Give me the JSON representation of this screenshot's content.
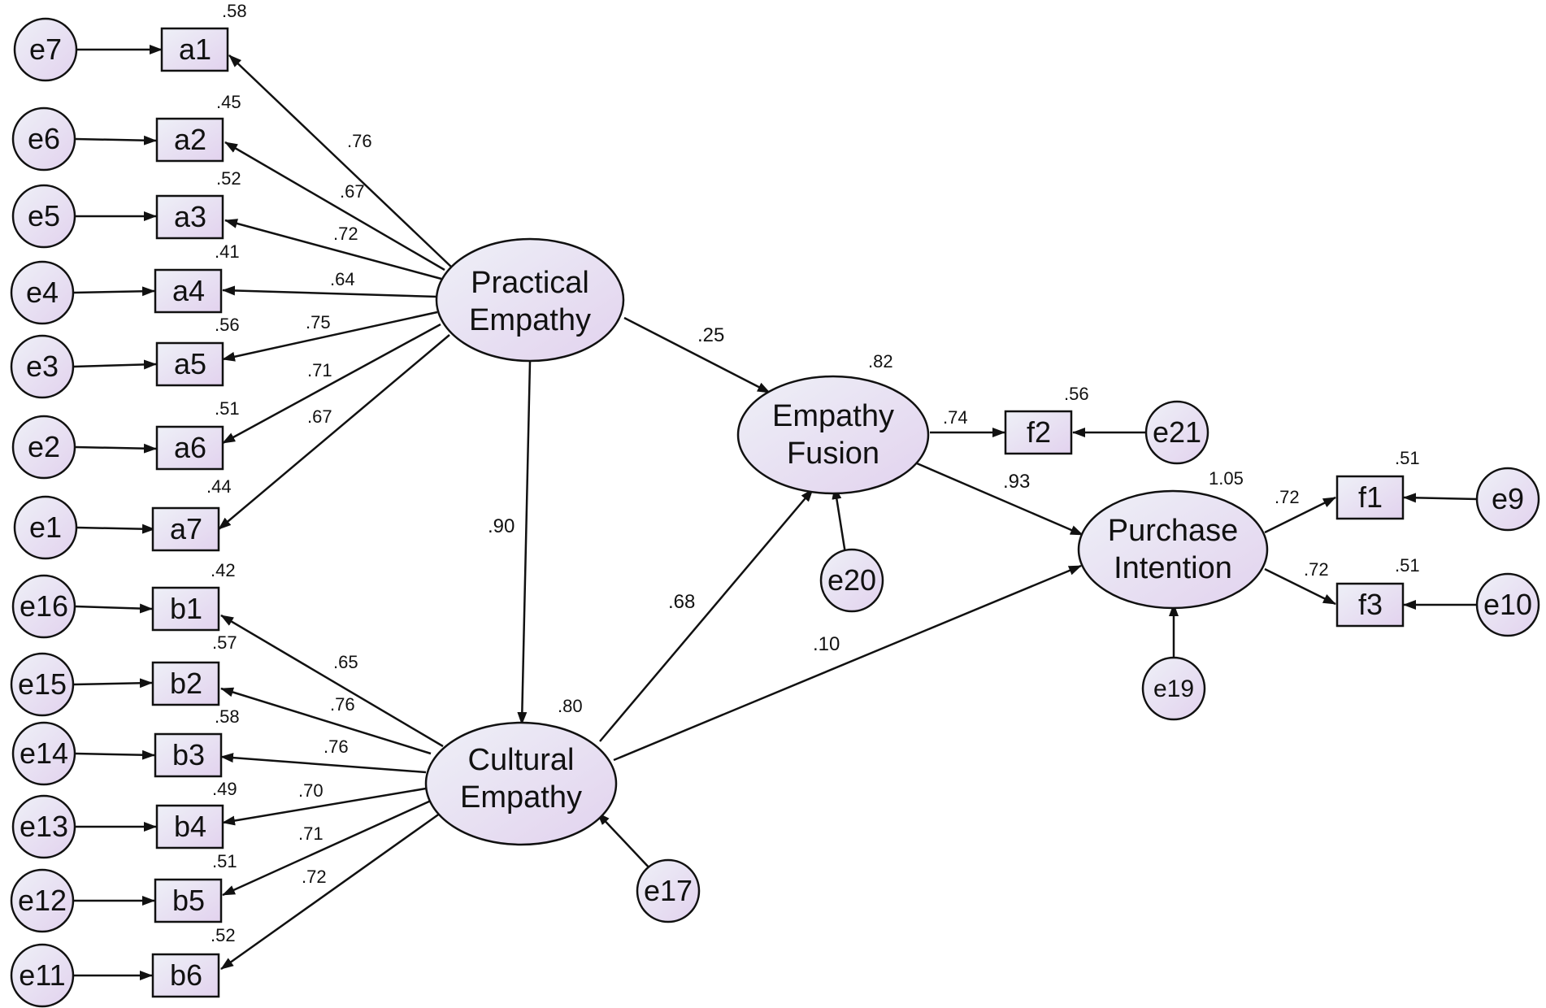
{
  "colors": {
    "node_fill_light": "#ece6f5",
    "node_fill_dark": "#e3d4ee",
    "stroke": "#111111",
    "background": "#ffffff"
  },
  "latent": {
    "pe": {
      "line1": "Practical",
      "line2": "Empathy"
    },
    "ce": {
      "line1": "Cultural",
      "line2": "Empathy",
      "r2": ".80"
    },
    "ef": {
      "line1": "Empathy",
      "line2": "Fusion",
      "r2": ".82"
    },
    "pi": {
      "line1": "Purchase",
      "line2": "Intention",
      "r2": "1.05"
    }
  },
  "indicators": {
    "a1": {
      "label": "a1",
      "r2": ".58",
      "loading": ".76",
      "error": "e7"
    },
    "a2": {
      "label": "a2",
      "r2": ".45",
      "loading": ".67",
      "error": "e6"
    },
    "a3": {
      "label": "a3",
      "r2": ".52",
      "loading": ".72",
      "error": "e5"
    },
    "a4": {
      "label": "a4",
      "r2": ".41",
      "loading": ".64",
      "error": "e4"
    },
    "a5": {
      "label": "a5",
      "r2": ".56",
      "loading": ".75",
      "error": "e3"
    },
    "a6": {
      "label": "a6",
      "r2": ".51",
      "loading": ".71",
      "error": "e2"
    },
    "a7": {
      "label": "a7",
      "r2": ".44",
      "loading": ".67",
      "error": "e1"
    },
    "b1": {
      "label": "b1",
      "r2": ".42",
      "loading": ".65",
      "error": "e16"
    },
    "b2": {
      "label": "b2",
      "r2": ".57",
      "loading": ".76",
      "error": "e15"
    },
    "b3": {
      "label": "b3",
      "r2": ".58",
      "loading": ".76",
      "error": "e14"
    },
    "b4": {
      "label": "b4",
      "r2": ".49",
      "loading": ".70",
      "error": "e13"
    },
    "b5": {
      "label": "b5",
      "r2": ".51",
      "loading": ".71",
      "error": "e12"
    },
    "b6": {
      "label": "b6",
      "r2": ".52",
      "loading": ".72",
      "error": "e11"
    },
    "f2": {
      "label": "f2",
      "r2": ".56",
      "loading": ".74",
      "error": "e21"
    },
    "f1": {
      "label": "f1",
      "r2": ".51",
      "loading": ".72",
      "error": "e9"
    },
    "f3": {
      "label": "f3",
      "r2": ".51",
      "loading": ".72",
      "error": "e10"
    }
  },
  "structural_errors": {
    "ce": "e17",
    "ef": "e20",
    "pi": "e19"
  },
  "paths": {
    "pe_ef": ".25",
    "pe_ce": ".90",
    "ce_ef": ".68",
    "ef_pi": ".93",
    "ce_pi": ".10"
  }
}
